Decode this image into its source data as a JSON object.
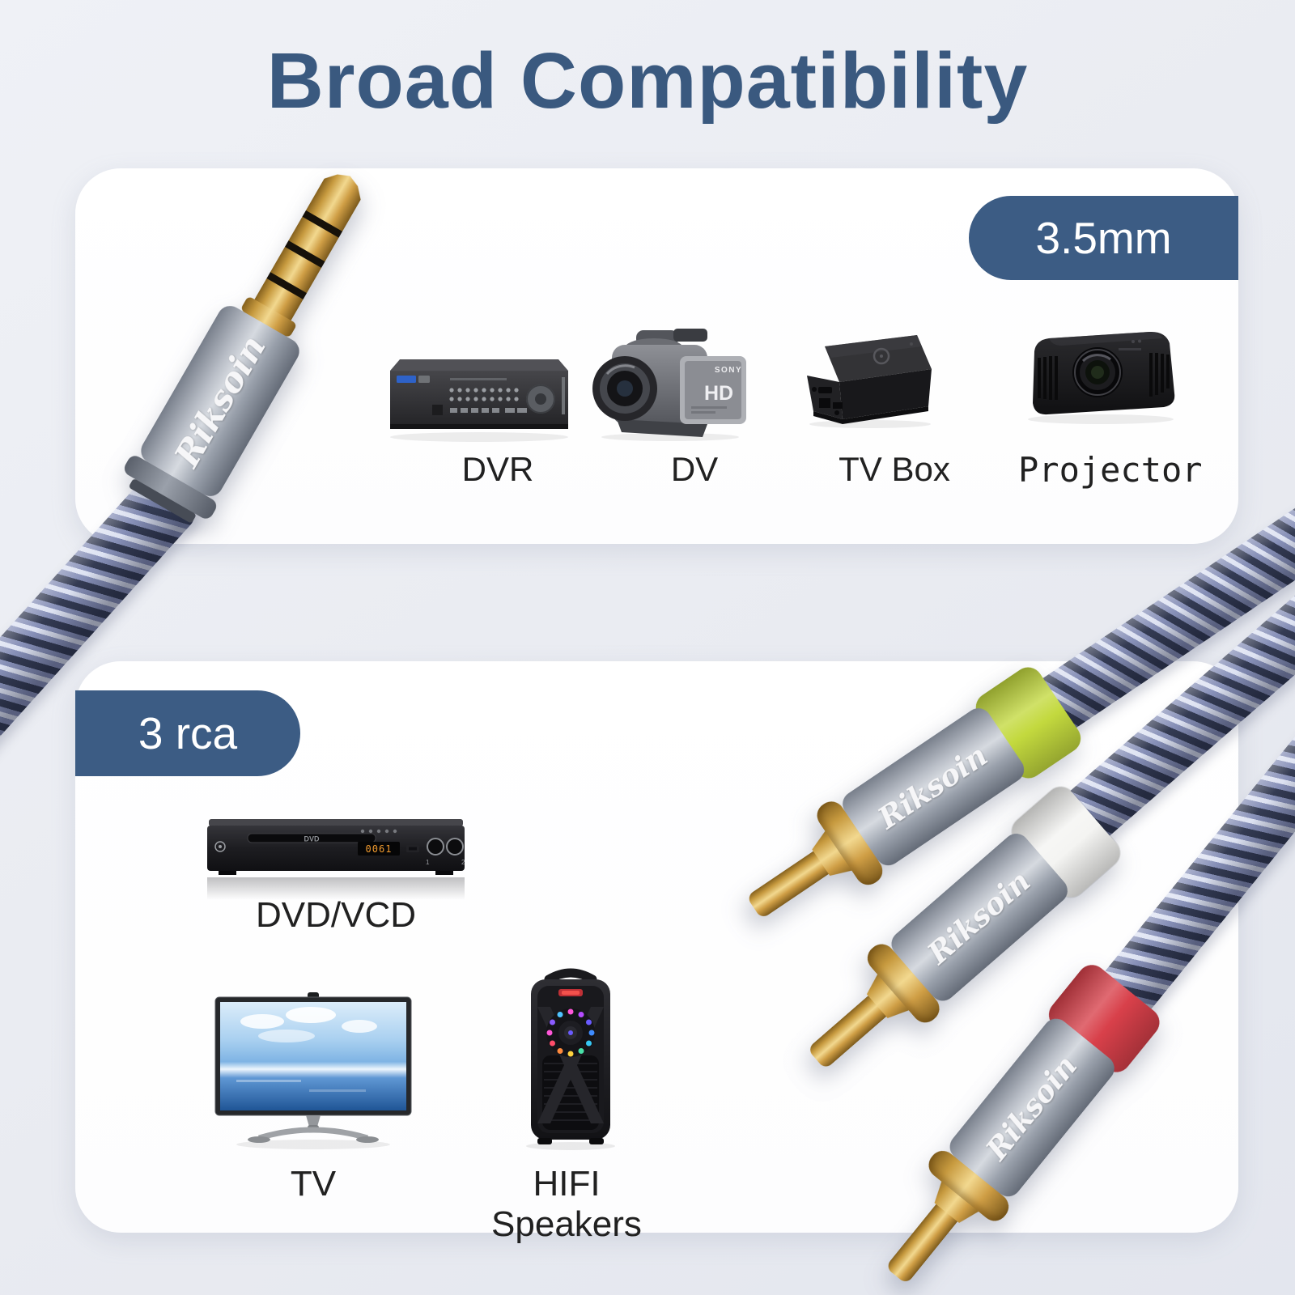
{
  "title": {
    "text": "Broad Compatibility"
  },
  "brand": "Riksoin",
  "colors": {
    "accent": "#3a597f",
    "badge": "#3c5c84",
    "rca_green": "#c3d93e",
    "rca_white": "#f4f4f2",
    "rca_red": "#d8404a",
    "gold": "#d4a84b",
    "braid_light": "#dde2f2",
    "braid_dark": "#343b53",
    "background": "#e9ebf1"
  },
  "card_35mm": {
    "badge": "3.5mm",
    "devices": [
      "DVR",
      "DV",
      "TV Box",
      "Projector"
    ]
  },
  "card_3rca": {
    "badge": "3 rca",
    "devices": [
      "DVD/VCD",
      "TV",
      "HIFI Speakers"
    ],
    "connector_colors": [
      "green",
      "white",
      "red"
    ]
  },
  "photo_texts": {
    "camcorder_brand": "SONY",
    "camcorder_screen": "HD",
    "dvd_tray": "DVD",
    "dvd_display": "0061",
    "dvd_mic_left": "1",
    "dvd_mic_right": "2"
  }
}
